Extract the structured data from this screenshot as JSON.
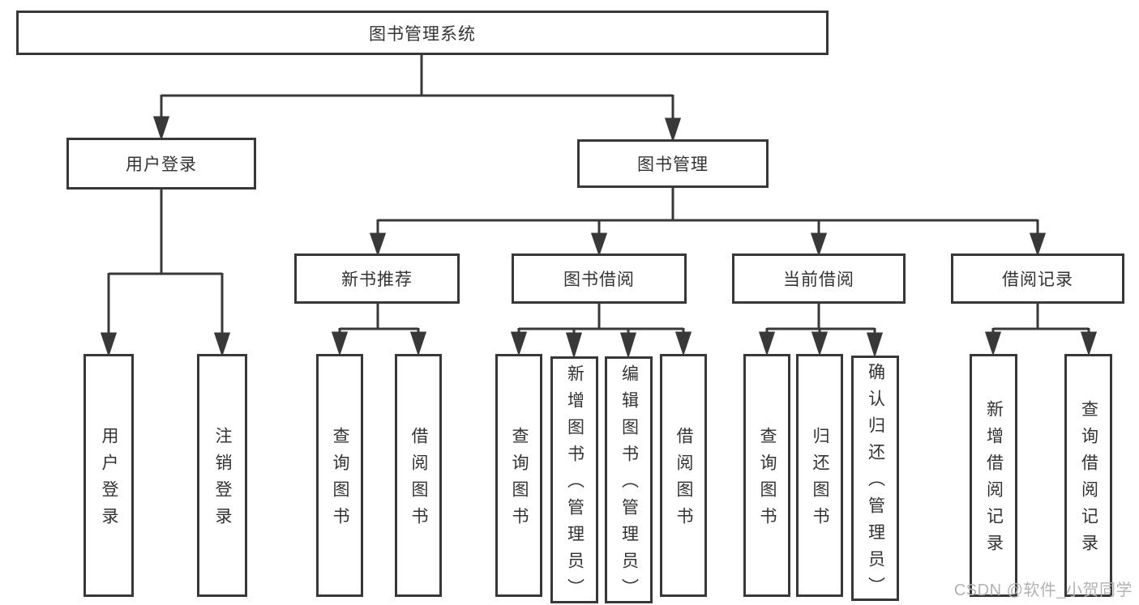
{
  "colors": {
    "line": "#383838",
    "text": "#333333",
    "background": "#ffffff",
    "watermark": "#b2b2b2"
  },
  "diagram": {
    "root": "图书管理系统",
    "branches": [
      {
        "label": "用户登录",
        "children": [
          "用户登录",
          "注销登录"
        ]
      },
      {
        "label": "图书管理",
        "groups": [
          {
            "label": "新书推荐",
            "children": [
              "查询图书",
              "借阅图书"
            ]
          },
          {
            "label": "图书借阅",
            "children": [
              "查询图书",
              "新增图书（管理员）",
              "编辑图书（管理员）",
              "借阅图书"
            ]
          },
          {
            "label": "当前借阅",
            "children": [
              "查询图书",
              "归还图书",
              "确认归还（管理员）"
            ]
          },
          {
            "label": "借阅记录",
            "children": [
              "新增借阅记录",
              "查询借阅记录"
            ]
          }
        ]
      }
    ]
  },
  "watermark": "CSDN @软件_小贺同学"
}
